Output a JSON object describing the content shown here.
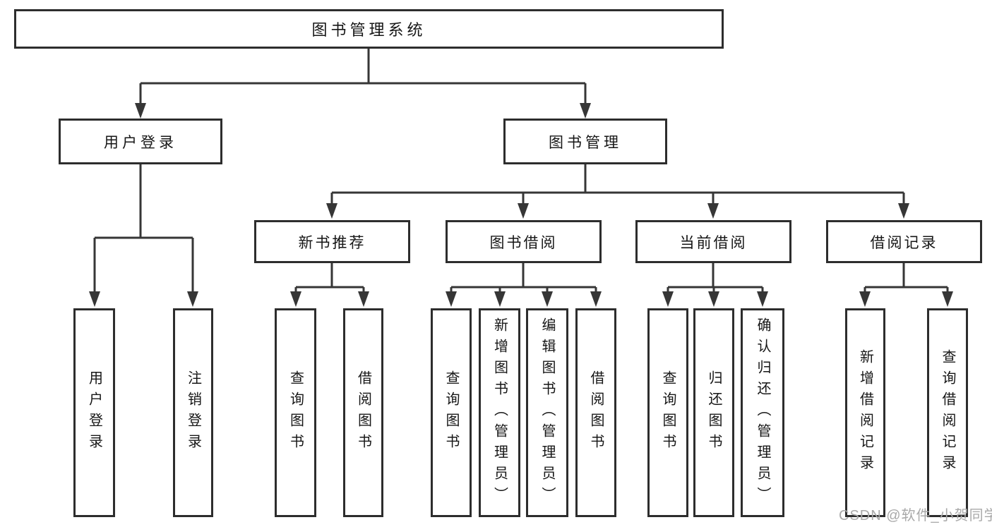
{
  "diagram": {
    "type": "hierarchy-tree",
    "root": {
      "label": "图书管理系统"
    },
    "branches": [
      {
        "label": "用户登录",
        "children": [
          {
            "label": "用户登录"
          },
          {
            "label": "注销登录"
          }
        ]
      },
      {
        "label": "图书管理",
        "children": [
          {
            "label": "新书推荐",
            "children": [
              {
                "label": "查询图书"
              },
              {
                "label": "借阅图书"
              }
            ]
          },
          {
            "label": "图书借阅",
            "children": [
              {
                "label": "查询图书"
              },
              {
                "label": "新增图书（管理员）"
              },
              {
                "label": "编辑图书（管理员）"
              },
              {
                "label": "借阅图书"
              }
            ]
          },
          {
            "label": "当前借阅",
            "children": [
              {
                "label": "查询图书"
              },
              {
                "label": "归还图书"
              },
              {
                "label": "确认归还（管理员）"
              }
            ]
          },
          {
            "label": "借阅记录",
            "children": [
              {
                "label": "新增借阅记录"
              },
              {
                "label": "查询借阅记录"
              }
            ]
          }
        ]
      }
    ]
  },
  "watermark": {
    "text": "CSDN @软件_小贺同学",
    "color": "#a9a9a9"
  },
  "colors": {
    "line": "#363636",
    "box_border": "#2d2d2d",
    "box_background": "#ffffff",
    "text": "#161616",
    "page_background": "#ffffff"
  }
}
